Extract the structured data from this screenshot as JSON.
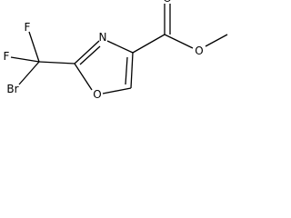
{
  "molecule": {
    "atoms": {
      "f_top": "F",
      "f_left": "F",
      "br": "Br",
      "n_ring": "N",
      "o_ring": "O",
      "o_carbonyl": "O",
      "o_ester": "O"
    },
    "colors": {
      "bond": "#000000",
      "label": "#000000",
      "background": "#ffffff"
    }
  }
}
